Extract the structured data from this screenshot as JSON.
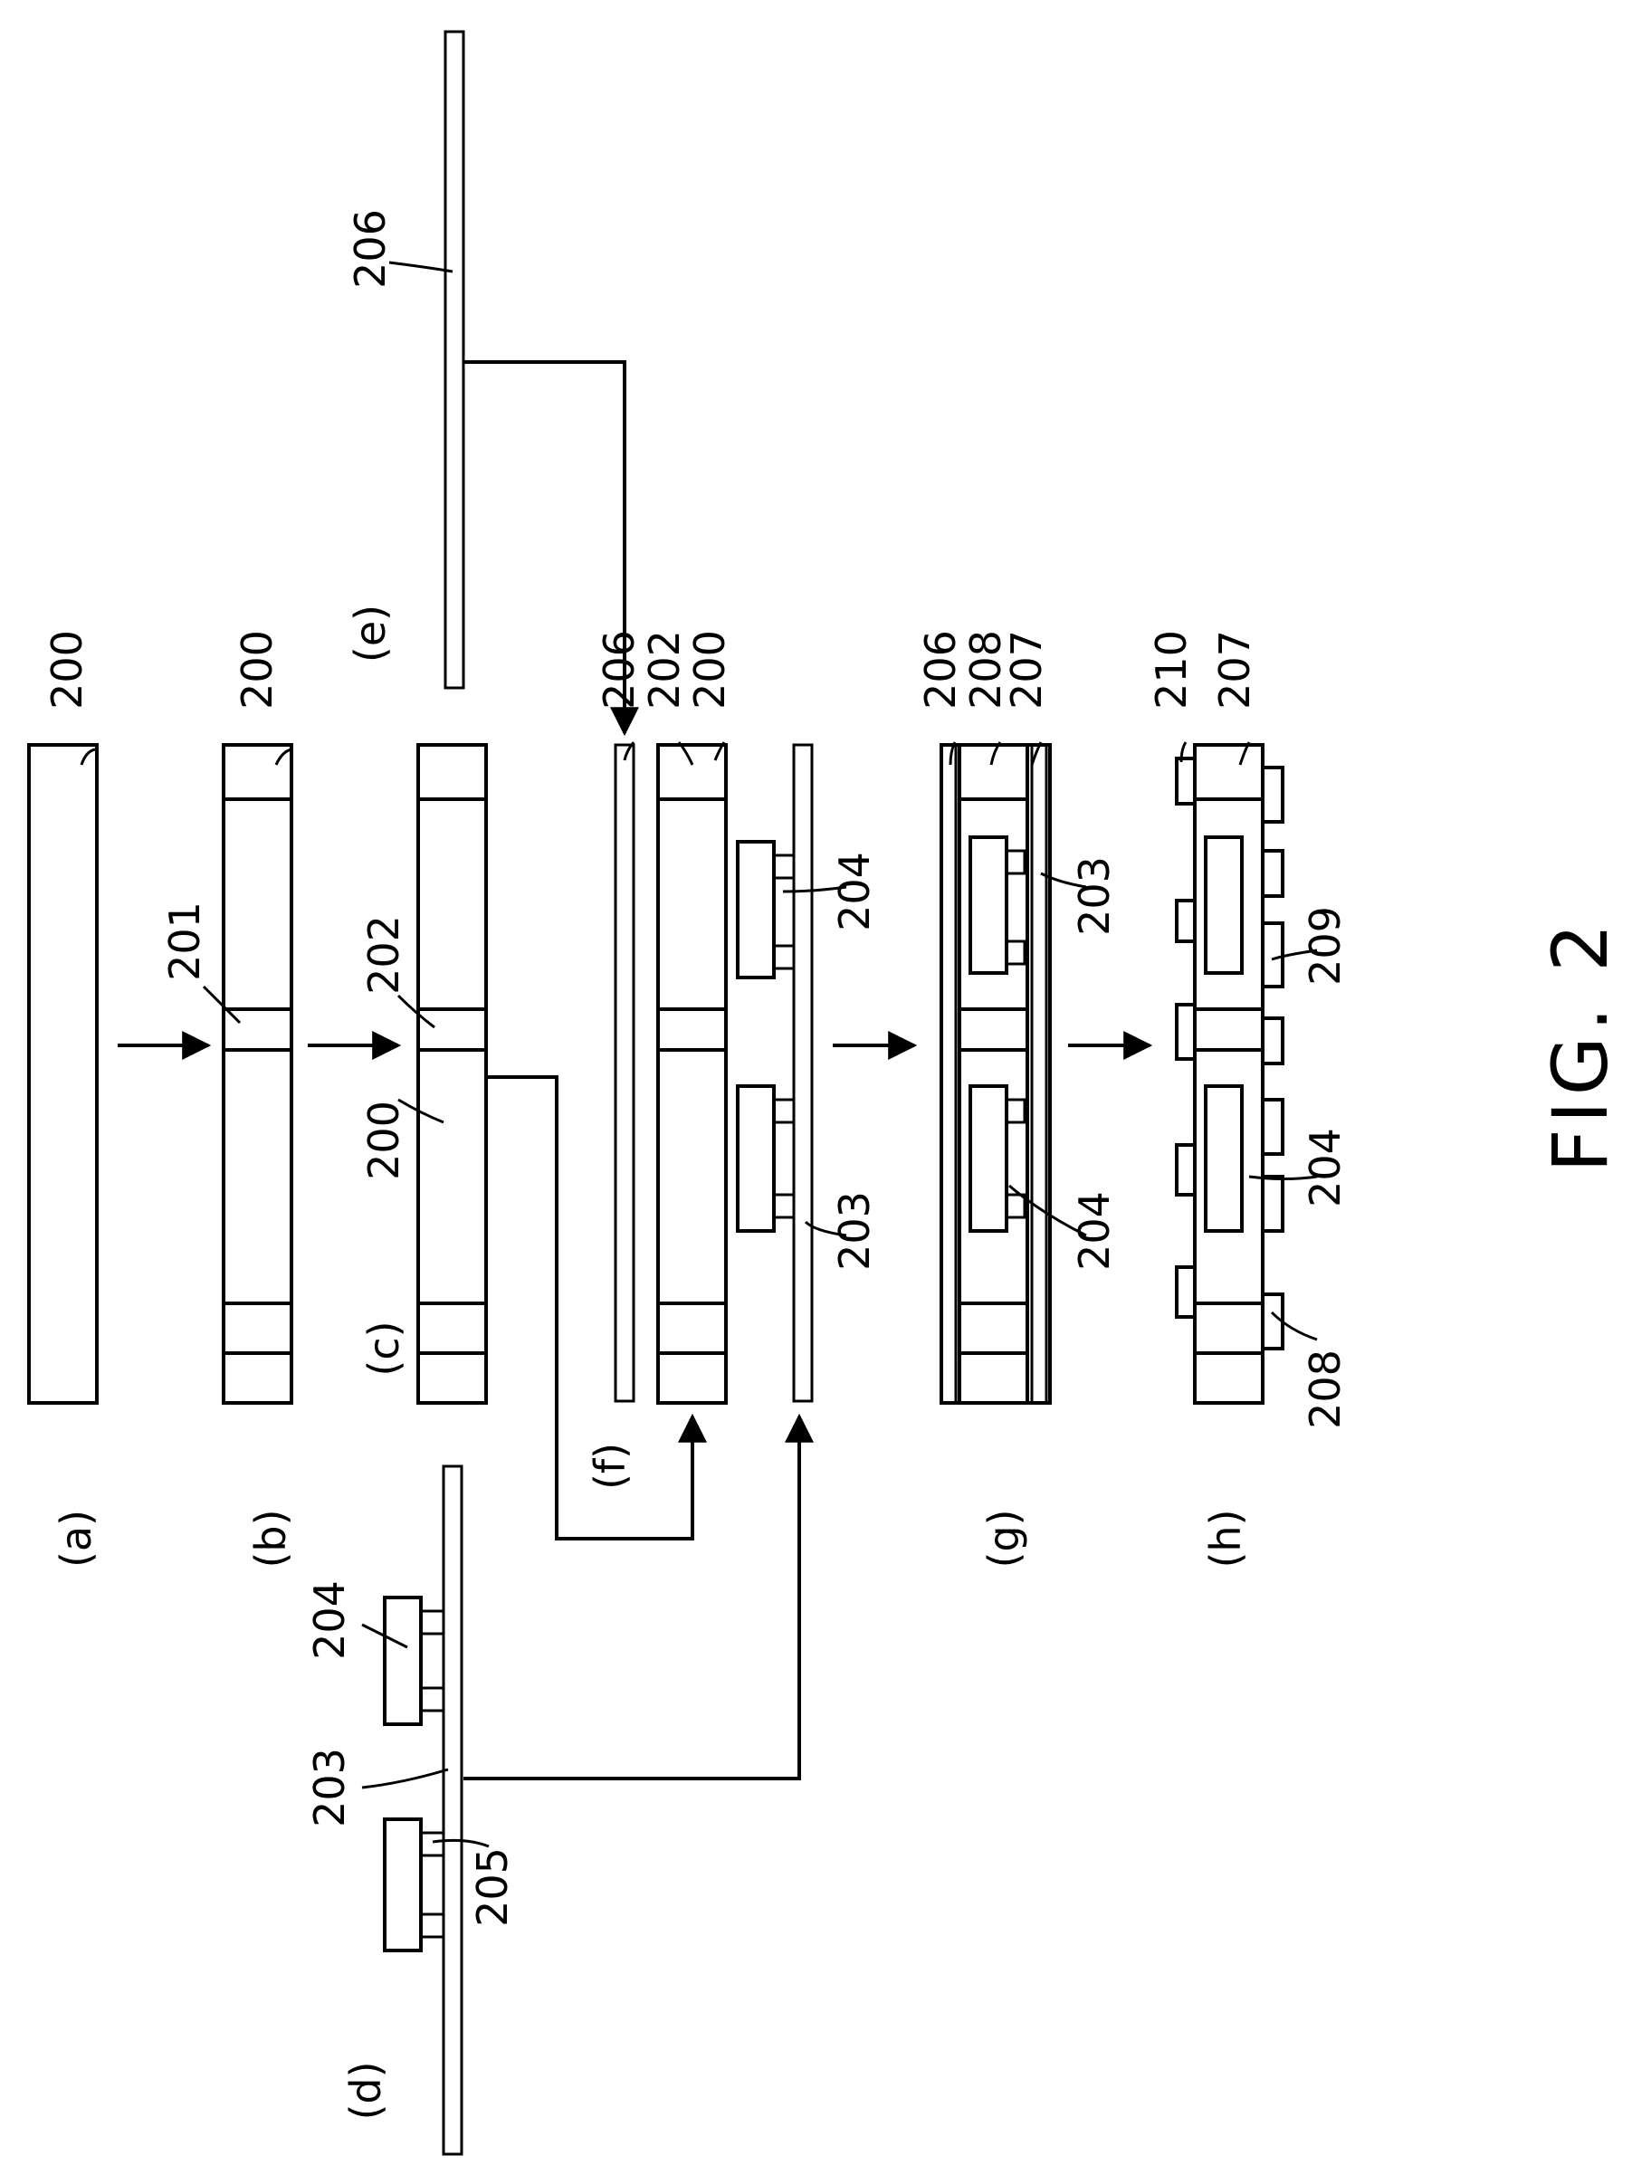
{
  "figure": {
    "caption": "FIG. 2",
    "steps": {
      "a": "(a)",
      "b": "(b)",
      "c": "(c)",
      "d": "(d)",
      "e": "(e)",
      "f": "(f)",
      "g": "(g)",
      "h": "(h)"
    },
    "refs": {
      "n200": "200",
      "n201": "201",
      "n202": "202",
      "n203": "203",
      "n204": "204",
      "n205": "205",
      "n206": "206",
      "n207": "207",
      "n208": "208",
      "n209": "209",
      "n210": "210"
    }
  }
}
